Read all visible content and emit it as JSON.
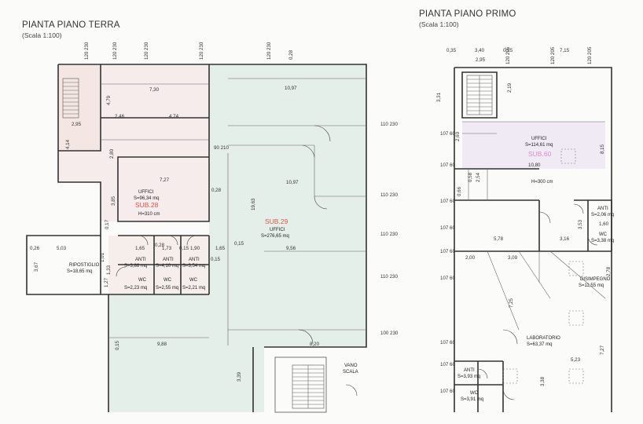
{
  "ground_floor": {
    "title": "PIANTA PIANO TERRA",
    "scale": "(Scala 1:100)",
    "rooms": [
      {
        "name": "UFFICI",
        "area": "S=96,34 mq",
        "sub": "SUB.28",
        "height": "H=310 cm"
      },
      {
        "name": "UFFICI",
        "area": "S=276,65 mq",
        "sub": "SUB.29"
      },
      {
        "name": "RIPOSTIGLIO",
        "area": "S=18,65 mq"
      },
      {
        "name": "ANTI",
        "area": "S=3,88 mq"
      },
      {
        "name": "ANTI",
        "area": "S=4,10 mq"
      },
      {
        "name": "ANTI",
        "area": "S=3,54 mq"
      },
      {
        "name": "WC",
        "area": "S=2,23 mq"
      },
      {
        "name": "WC",
        "area": "S=2,55 mq"
      },
      {
        "name": "WC",
        "area": "S=2,21 mq"
      },
      {
        "name": "VANO",
        "area": "SCALA"
      }
    ],
    "dimensions": [
      "7,30",
      "10,97",
      "4,79",
      "2,46",
      "4,74",
      "2,95",
      "4,14",
      "2,80",
      "7,27",
      "10,97",
      "3,85",
      "19,63",
      "0,28",
      "0,17",
      "5,03",
      "1,65",
      "1,73",
      "1,90",
      "1,65",
      "0,15",
      "9,56",
      "0,15",
      "0,26",
      "3,67",
      "1,27",
      "1,33",
      "1,01",
      "0,28",
      "0,15",
      "9,88",
      "8,20",
      "3,39",
      "0,15"
    ],
    "openings": [
      "120 230",
      "120 230",
      "120 230",
      "120 230",
      "120 230",
      "0,28",
      "110 230",
      "90 210",
      "110 230",
      "110 230",
      "110 230",
      "100 230"
    ]
  },
  "first_floor": {
    "title": "PIANTA PIANO PRIMO",
    "scale": "(Scala 1:100)",
    "rooms": [
      {
        "name": "UFFICI",
        "area": "S=114,61 mq",
        "sub": "SUB.60",
        "height": "H=300 cm"
      },
      {
        "name": "ANTI",
        "area": "S=2,06 mq"
      },
      {
        "name": "WC",
        "area": "S=3,38 mq"
      },
      {
        "name": "DISIMPEGNO",
        "area": "S=11,55 mq"
      },
      {
        "name": "LABORATORIO",
        "area": "S=63,37 mq"
      },
      {
        "name": "ANTI",
        "area": "S=3,93 mq"
      },
      {
        "name": "WC",
        "area": "S=3,91 mq"
      }
    ],
    "dimensions": [
      "0,35",
      "3,40",
      "0,25",
      "7,15",
      "2,95",
      "3,31",
      "2,19",
      "2,60",
      "8,15",
      "10,80",
      "0,58",
      "2,54",
      "0,66",
      "1,60",
      "3,53",
      "5,78",
      "3,16",
      "2,00",
      "3,09",
      "7,25",
      "2,78",
      "5,23",
      "7,27",
      "3,38"
    ],
    "openings": [
      "120 205",
      "120 205",
      "120 205",
      "107 60",
      "107 60",
      "107 60",
      "107 60",
      "107 60",
      "107 60",
      "107 60",
      "107 60",
      "107 60"
    ]
  }
}
